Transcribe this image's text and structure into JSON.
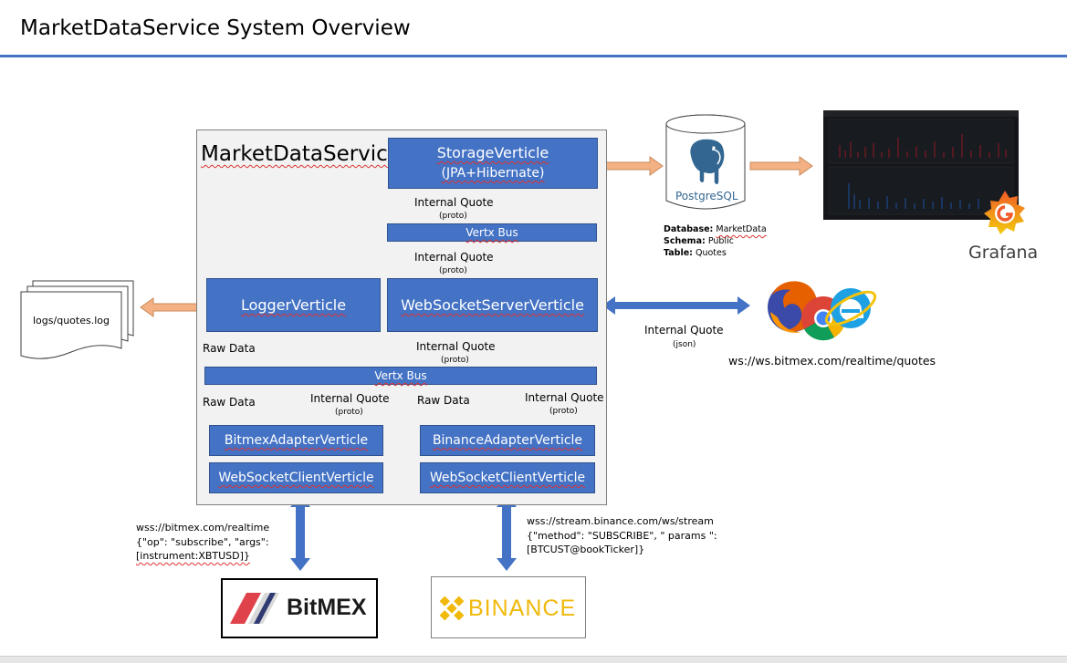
{
  "title": "MarketDataService System Overview",
  "service": {
    "label": "MarketDataService",
    "storage_verticle": "StorageVerticle",
    "storage_sub": "(JPA+Hibernate)",
    "vertx_bus_top": "Vertx Bus",
    "vertx_bus_bottom": "Vertx Bus",
    "logger_verticle": "LoggerVerticle",
    "websocket_server_verticle": "WebSocketServerVerticle",
    "bitmex_adapter": "BitmexAdapterVerticle",
    "binance_adapter": "BinanceAdapterVerticle",
    "ws_client_left": "WebSocketClientVerticle",
    "ws_client_right": "WebSocketClientVerticle"
  },
  "labels": {
    "internal_quote": "Internal Quote",
    "proto": "(proto)",
    "json": "(json)",
    "raw_data": "Raw Data"
  },
  "log_file": "logs/quotes.log",
  "postgres": {
    "name": "PostgreSQL",
    "database_key": "Database:",
    "database_val": "MarketData",
    "schema_key": "Schema:",
    "schema_val": "Public",
    "table_key": "Table:",
    "table_val": "Quotes"
  },
  "grafana": {
    "name": "Grafana"
  },
  "browser_url": "ws://ws.bitmex.com/realtime/quotes",
  "bitmex": {
    "endpoint_line1": "wss://bitmex.com/realtime",
    "endpoint_line2": "{\"op\": \"subscribe\", \"args\":",
    "endpoint_line3": "[instrument:XBTUSD]}",
    "logo_text": "BitMEX"
  },
  "binance": {
    "endpoint_line1": "wss://stream.binance.com/ws/stream",
    "endpoint_line2": "{\"method\": \"SUBSCRIBE\", \" params \":",
    "endpoint_line3": "[BTCUST@bookTicker]}",
    "logo_text": "BINANCE"
  },
  "colors": {
    "verticle_blue": "#4472c4",
    "dark_arrow": "#404040",
    "light_arrow": "#8faadc",
    "salmon_arrow": "#f4b183",
    "binance_yellow": "#f0b90b",
    "bitmex_red": "#e0424b"
  },
  "icons": [
    "postgres-elephant-icon",
    "grafana-icon",
    "firefox-icon",
    "chrome-icon",
    "ie-icon",
    "document-stack-icon"
  ]
}
